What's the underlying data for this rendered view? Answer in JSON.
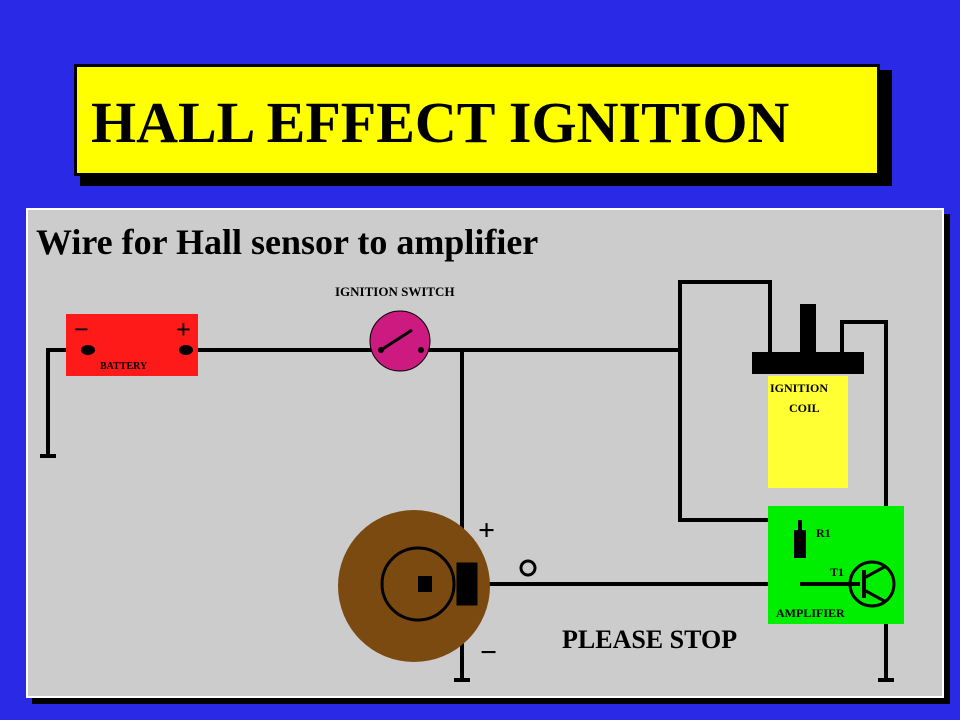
{
  "title": "HALL EFFECT IGNITION",
  "subtitle": "Wire for Hall sensor to amplifier",
  "labels": {
    "ignition_switch": "IGNITION SWITCH",
    "battery": "BATTERY",
    "battery_minus": "−",
    "battery_plus": "+",
    "coil_line1": "IGNITION",
    "coil_line2": "COIL",
    "r1": "R1",
    "t1": "T1",
    "amplifier": "AMPLIFIER",
    "sensor_plus": "+",
    "sensor_minus": "−",
    "please_stop": "PLEASE STOP"
  },
  "colors": {
    "background": "#2a2ae6",
    "title_box": "#ffff00",
    "panel": "#cccccc",
    "battery": "#ff1a1a",
    "switch": "#cc1a80",
    "coil": "#ffff33",
    "amplifier": "#00ee00",
    "distributor": "#7a4a10"
  }
}
